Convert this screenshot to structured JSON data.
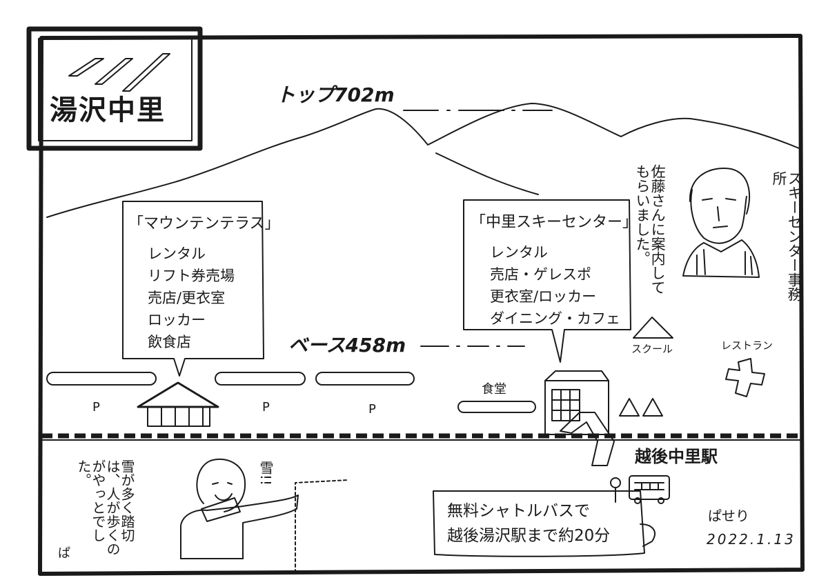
{
  "logo": {
    "title": "湯沢中里"
  },
  "elevation": {
    "top": "トップ702m",
    "base": "ベース458m"
  },
  "facilities": {
    "mountain_terrace": {
      "name": "「マウンテンテラス」",
      "items": [
        "レンタル",
        "リフト券売場",
        "売店/更衣室",
        "ロッカー",
        "飲食店"
      ]
    },
    "ski_center": {
      "name": "「中里スキーセンター」",
      "items": [
        "レンタル",
        "売店・ゲレスポ",
        "更衣室/ロッカー",
        "ダイニング・カフェ"
      ]
    }
  },
  "guide": {
    "note": "佐藤さんに案内してもらいました。",
    "office": "スキーセンター事務所"
  },
  "labels": {
    "school": "スクール",
    "restaurant": "レストラン",
    "shokudo": "食堂",
    "parking": "P",
    "station": "越後中里駅",
    "snow": "雪!!"
  },
  "shuttle": {
    "line1": "無料シャトルバスで",
    "line2": "越後湯沢駅まで約20分"
  },
  "crossing_note": "雪が多く踏切は、人が歩くのがやっとでした。",
  "signature": {
    "name": "ぱせり",
    "date": "2022.1.13",
    "mark": "ぱ"
  }
}
